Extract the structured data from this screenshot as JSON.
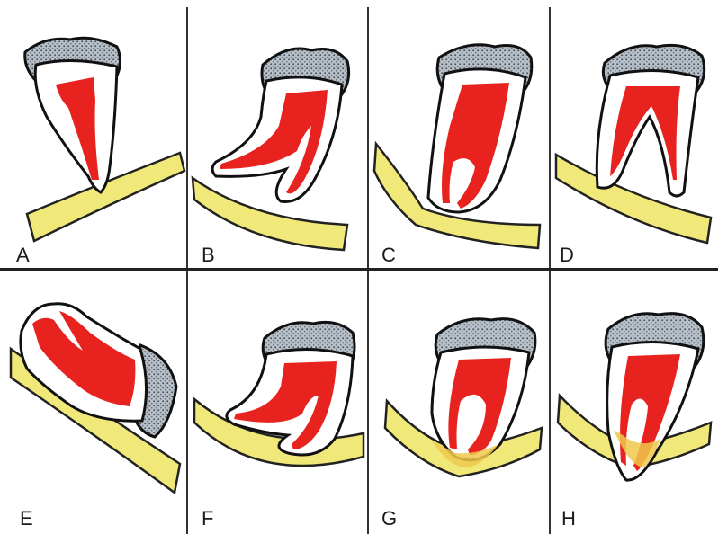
{
  "figure": {
    "colors": {
      "pulp": "#e8231f",
      "bone": "#f1e87a",
      "enamel": "#9aa6b0",
      "outline": "#111111",
      "background": "#ffffff"
    },
    "panels": [
      {
        "id": "A",
        "label": "A"
      },
      {
        "id": "B",
        "label": "B"
      },
      {
        "id": "C",
        "label": "C"
      },
      {
        "id": "D",
        "label": "D"
      },
      {
        "id": "E",
        "label": "E"
      },
      {
        "id": "F",
        "label": "F"
      },
      {
        "id": "G",
        "label": "G"
      },
      {
        "id": "H",
        "label": "H"
      }
    ]
  }
}
